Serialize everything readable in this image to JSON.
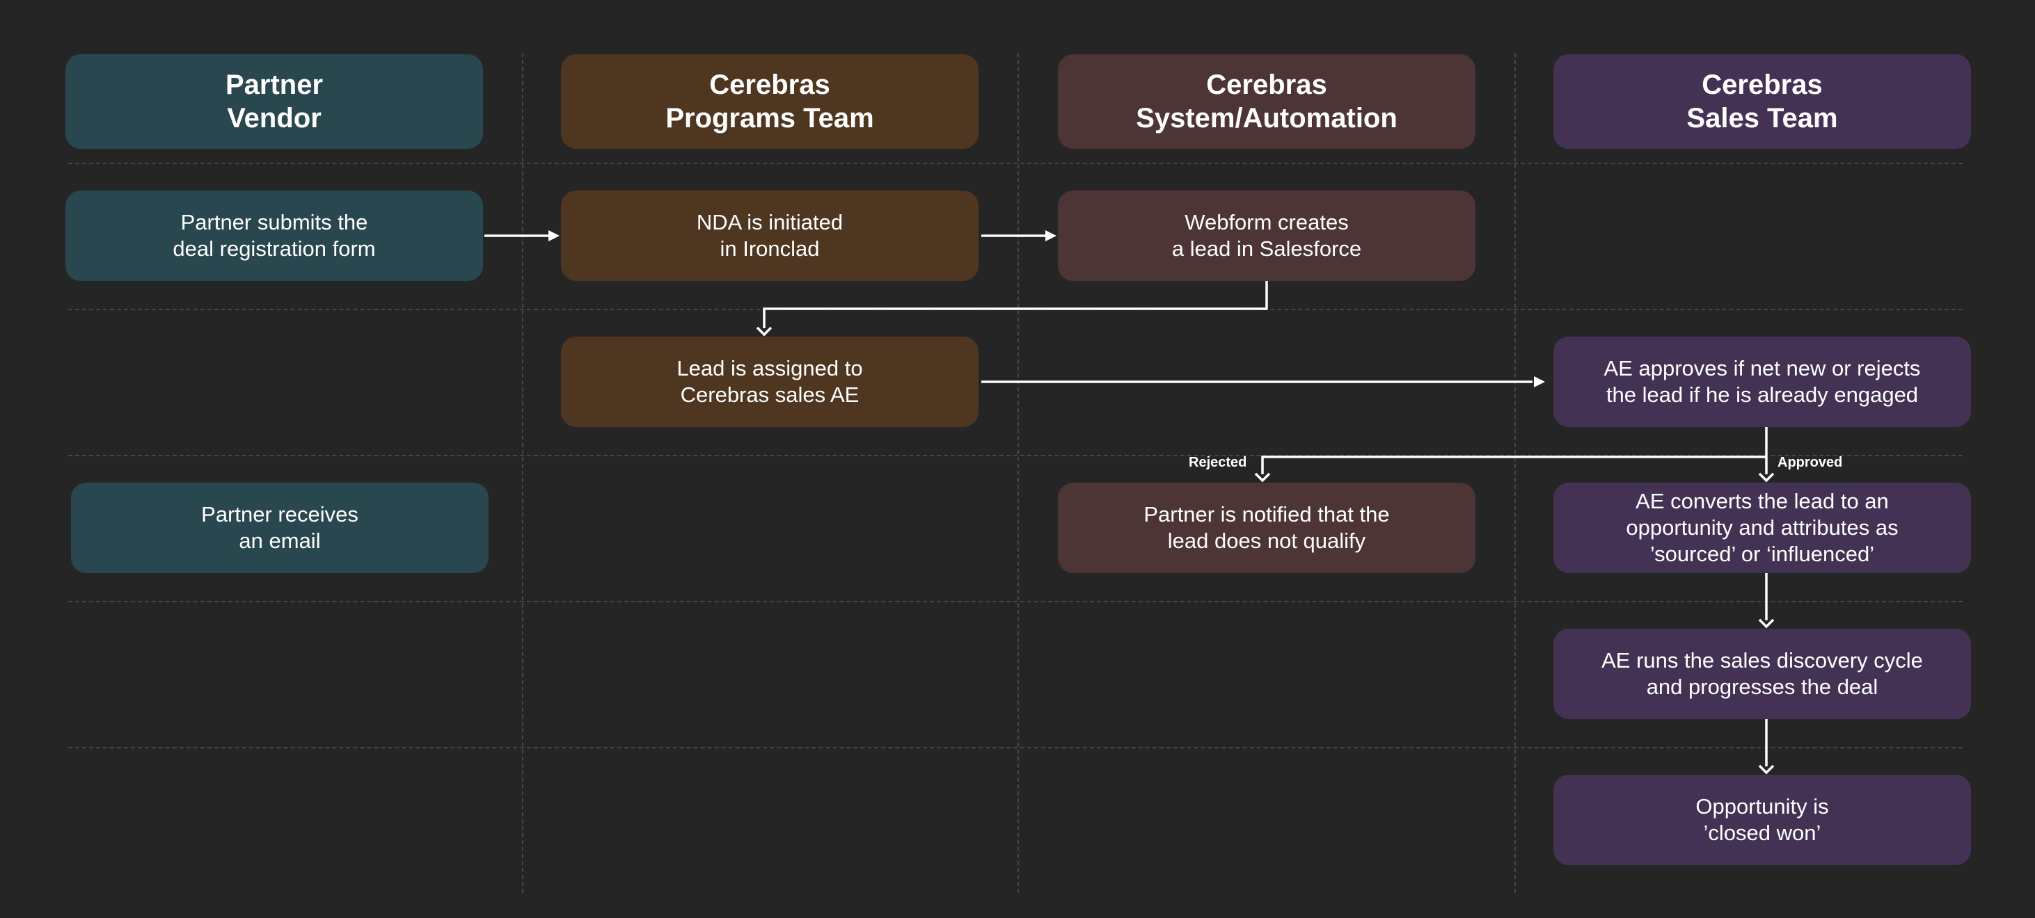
{
  "title": "",
  "lanes": {
    "partner": {
      "header": "Partner\nVendor",
      "steps": {
        "submit_form": "Partner submits the\ndeal registration form",
        "receive_email": "Partner receives\nan email"
      }
    },
    "programs": {
      "header": "Cerebras\nPrograms Team",
      "steps": {
        "nda_initiated": "NDA is initiated\nin Ironclad",
        "lead_assigned": "Lead is assigned to\nCerebras sales AE"
      }
    },
    "system": {
      "header": "Cerebras\nSystem/Automation",
      "steps": {
        "webform_lead": "Webform creates\na lead in Salesforce",
        "notify_not_qualify": "Partner is notified that the\nlead does not qualify"
      }
    },
    "sales": {
      "header": "Cerebras\nSales Team",
      "steps": {
        "ae_approves": "AE approves if net new or rejects\nthe lead if he is already engaged",
        "ae_converts": "AE converts the lead to an\nopportunity and attributes as\n’sourced’ or ‘influenced’",
        "ae_discovery": "AE runs the sales discovery cycle\nand progresses the deal",
        "closed_won": "Opportunity is\n’closed won’"
      }
    }
  },
  "connector_labels": {
    "rejected": "Rejected",
    "approved": "Approved"
  },
  "colors": {
    "background": "#252525",
    "partner": "#29474f",
    "programs": "#4f3620",
    "system": "#4d3435",
    "sales": "#433254",
    "connector": "#ffffff",
    "divider": "#474747"
  }
}
